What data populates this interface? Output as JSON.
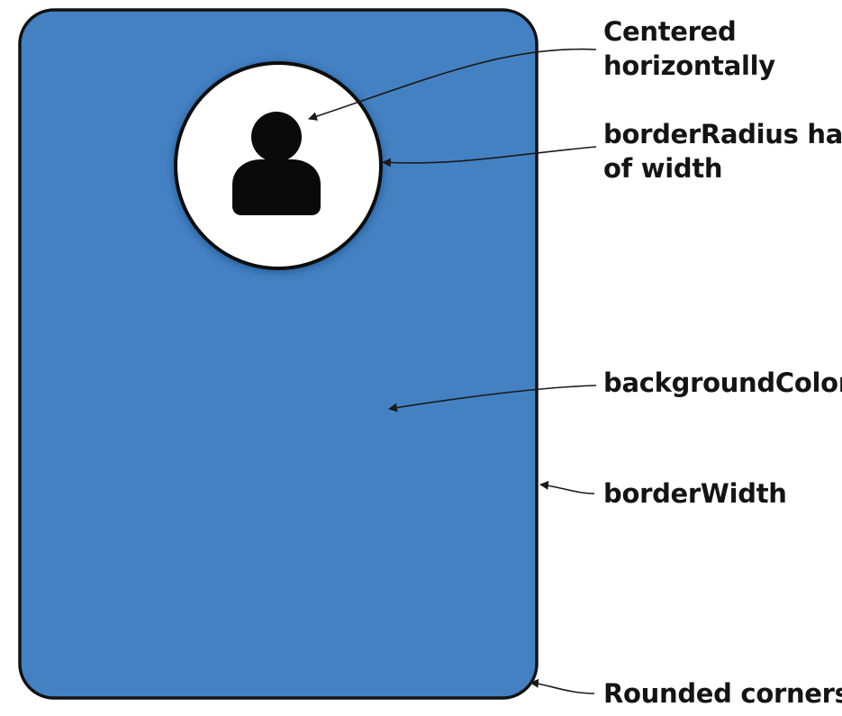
{
  "colors": {
    "card_background": "#4481C3",
    "card_border": "#111111",
    "avatar_background": "#FFFFFF",
    "avatar_icon": "#0A0A0A",
    "label_text": "#141414"
  },
  "icons": {
    "avatar": "person-icon"
  },
  "labels": {
    "centered_line1": "Centered",
    "centered_line2": "horizontally",
    "border_radius_line1": "borderRadius half",
    "border_radius_line2": "of width",
    "background_color": "backgroundColor",
    "border_width": "borderWidth",
    "rounded_corners": "Rounded corners"
  }
}
